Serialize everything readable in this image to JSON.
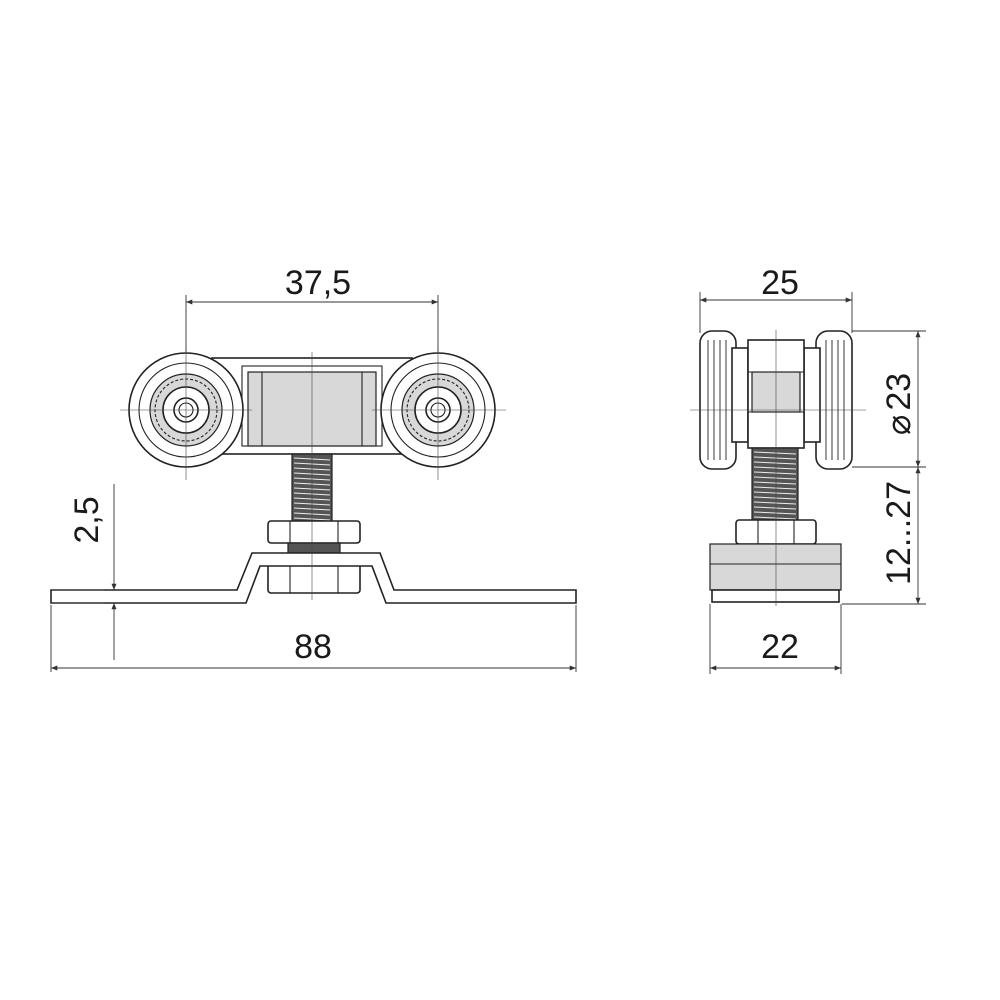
{
  "dimensions": {
    "axle_spacing": "37,5",
    "plate_length": "88",
    "plate_thickness": "2,5",
    "side_width": "25",
    "wheel_diameter": "23",
    "base_width": "22",
    "height_range": "12...27"
  },
  "symbols": {
    "diameter": "⌀"
  },
  "colors": {
    "line": "#222222",
    "fill_gray": "#d8d8d8",
    "fill_dark": "#555555",
    "background": "#ffffff"
  }
}
